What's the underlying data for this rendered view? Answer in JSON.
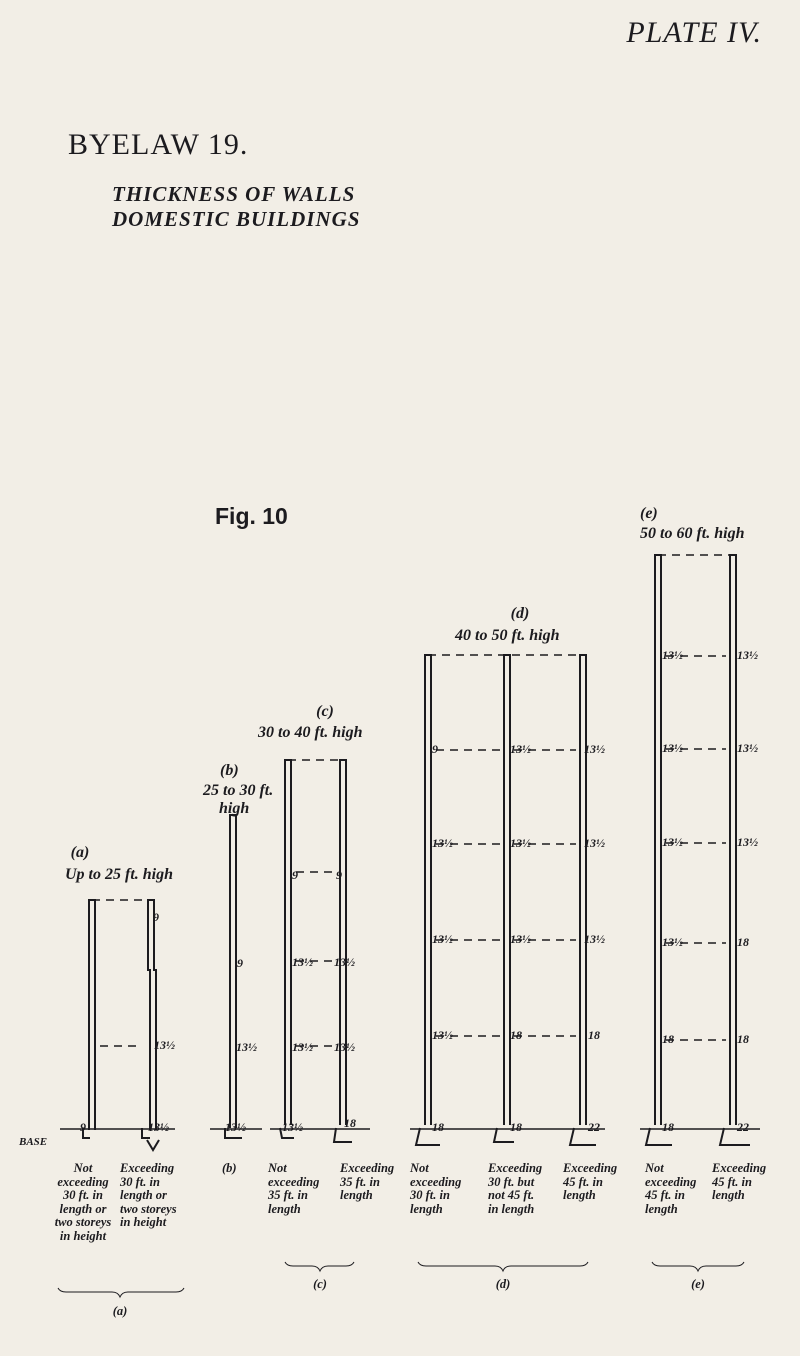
{
  "plate": "PLATE IV.",
  "byelaw": "BYELAW 19.",
  "subtitle": [
    "THICKNESS OF WALLS",
    "DOMESTIC BUILDINGS"
  ],
  "figure": "Fig. 10",
  "base_label": "BASE",
  "panels": {
    "a": {
      "letter": "(a)",
      "height_text": "Up to 25 ft. high"
    },
    "b": {
      "letter": "(b)",
      "height_text": [
        "25 to 30 ft.",
        "high"
      ]
    },
    "c": {
      "letter": "(c)",
      "height_text": "30 to 40 ft. high"
    },
    "d": {
      "letter": "(d)",
      "height_text": "40 to 50 ft. high"
    },
    "e": {
      "letter": "(e)",
      "height_text": "50 to 60 ft. high"
    }
  },
  "thickness_labels": {
    "a": [
      "9",
      "13½",
      "9",
      "13½"
    ],
    "b": [
      "9",
      "13½",
      "13½"
    ],
    "c": [
      "9",
      "13½",
      "13½",
      "13½",
      "9",
      "13½",
      "13½",
      "18"
    ],
    "d": [
      "9",
      "13½",
      "13½",
      "13½",
      "18",
      "13½",
      "13½",
      "13½",
      "18",
      "18",
      "13½",
      "13½",
      "13½",
      "18",
      "22"
    ],
    "e": [
      "13½",
      "13½",
      "13½",
      "13½",
      "18",
      "18",
      "13½",
      "13½",
      "13½",
      "18",
      "18",
      "22"
    ]
  },
  "captions": {
    "a": {
      "left": [
        "Not",
        "exceeding",
        "30 ft. in",
        "length or",
        "two storeys",
        "in height"
      ],
      "right": [
        "Exceeding",
        "30 ft. in",
        "length or",
        "two storeys",
        "in height"
      ],
      "group": "(a)"
    },
    "b": {
      "label": "(b)"
    },
    "c": {
      "left": [
        "Not",
        "exceeding",
        "35 ft. in",
        "length"
      ],
      "right": [
        "Exceeding",
        "35 ft. in",
        "length"
      ],
      "group": "(c)"
    },
    "d": {
      "left": [
        "Not",
        "exceeding",
        "30 ft. in",
        "length"
      ],
      "mid": [
        "Exceeding",
        "30 ft. but",
        "not 45 ft.",
        "in length"
      ],
      "right": [
        "Exceeding",
        "45 ft. in",
        "length"
      ],
      "group": "(d)"
    },
    "e": {
      "left": [
        "Not",
        "exceeding",
        "45 ft. in",
        "length"
      ],
      "right": [
        "Exceeding",
        "45 ft. in",
        "length"
      ],
      "group": "(e)"
    }
  }
}
